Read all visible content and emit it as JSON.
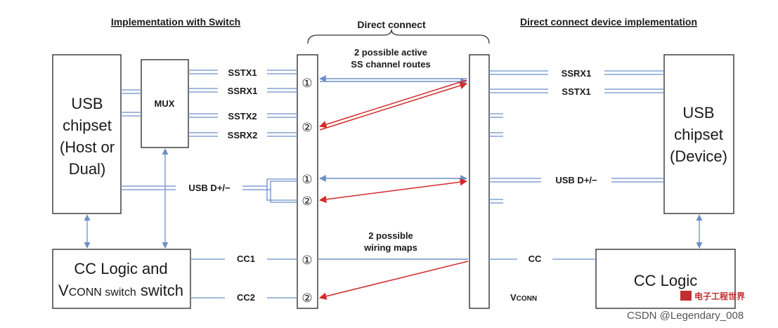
{
  "headers": {
    "left": "Implementation with Switch",
    "center": "Direct connect",
    "right": "Direct connect device implementation"
  },
  "annotations": {
    "routes_line1": "2 possible active",
    "routes_line2": "SS channel routes",
    "wiring_line1": "2 possible",
    "wiring_line2": "wiring maps"
  },
  "blocks": {
    "host_chipset": [
      "USB",
      "chipset",
      "(Host or",
      "Dual)"
    ],
    "mux": "MUX",
    "cc_switch_line1": "CC Logic and",
    "cc_switch_vconn_v": "V",
    "cc_switch_vconn_rest": "CONN switch",
    "device_chipset": [
      "USB",
      "chipset",
      "(Device)"
    ],
    "cc_logic": "CC Logic"
  },
  "left_signals": {
    "sstx1": "SSTX1",
    "ssrx1": "SSRX1",
    "sstx2": "SSTX2",
    "ssrx2": "SSRX2",
    "usb_dpm": "USB D+/−",
    "cc1": "CC1",
    "cc2": "CC2"
  },
  "right_signals": {
    "ssrx1": "SSRX1",
    "sstx1": "SSTX1",
    "usb_dpm": "USB D+/−",
    "cc": "CC",
    "vconn_v": "V",
    "vconn_rest": "CONN"
  },
  "pin_markers": {
    "one": "①",
    "two": "②"
  },
  "watermark": {
    "logo": "电子工程世界",
    "text": "CSDN @Legendary_008"
  },
  "colors": {
    "line_blue": "#6b8fc7",
    "arrow_red": "#d42a2a",
    "box_stroke": "#222222"
  }
}
